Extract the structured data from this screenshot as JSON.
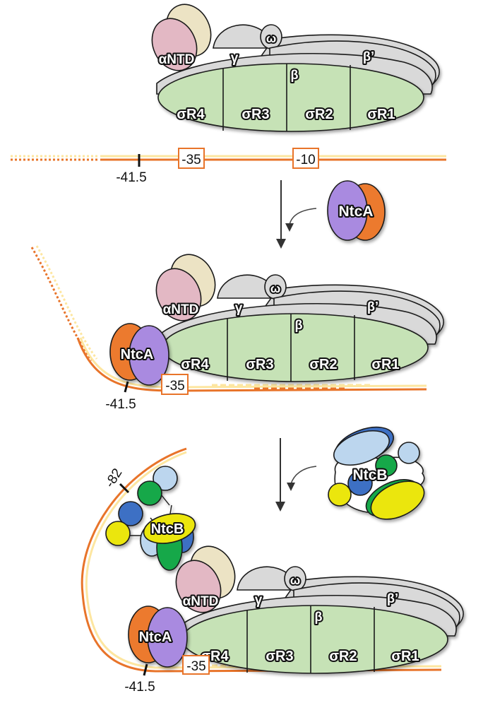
{
  "colors": {
    "dna_dark": "#e8742a",
    "dna_light": "#fde6a0",
    "sigma": "#c6e2b6",
    "core": "#d9d9d9",
    "antd_pink": "#e3b8c4",
    "antd_cream": "#ece3c4",
    "ntca_purple": "#a98ae0",
    "ntca_orange": "#ec7a2e",
    "ntcb_lightblue": "#bcd6ee",
    "ntcb_blue": "#3e6fc4",
    "ntcb_green": "#16a84a",
    "ntcb_yellow": "#ebe60c"
  },
  "rnap": {
    "antd": "αNTD",
    "gamma": "γ",
    "omega": "ω",
    "beta": "β",
    "beta_prime": "β’",
    "sigma_regions": [
      "σR4",
      "σR3",
      "σR2",
      "σR1"
    ]
  },
  "promoter": {
    "minus35": "-35",
    "minus10": "-10",
    "ntca_site": "-41.5",
    "ntcb_site": "-82"
  },
  "factors": {
    "ntca": "NtcA",
    "ntcb": "NtcB"
  }
}
